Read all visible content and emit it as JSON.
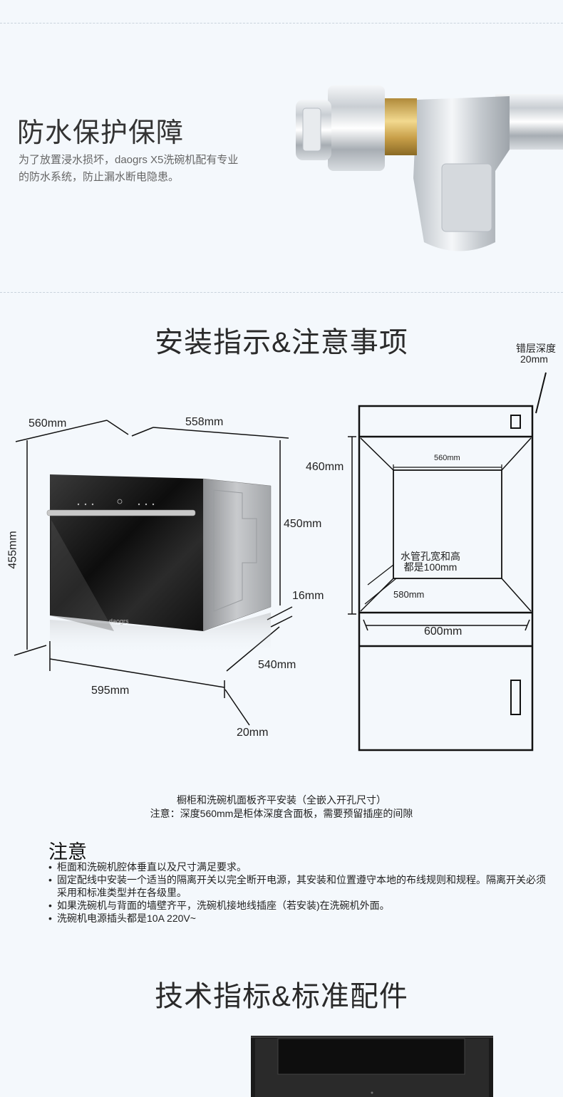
{
  "waterproof": {
    "title": "防水保护保障",
    "desc_line1": "为了放置浸水损坏，daogrs X5洗碗机配有专业",
    "desc_line2": "的防水系统，防止漏水断电隐患。"
  },
  "install": {
    "title": "安装指示&注意事项",
    "dishwasher_dims": {
      "depth_top": "560mm",
      "width_top": "558mm",
      "height_left": "455mm",
      "height_right": "450mm",
      "gap": "16mm",
      "depth_bottom": "540mm",
      "width_bottom": "595mm",
      "offset": "20mm"
    },
    "brand_mark": "daogrs",
    "cabinet_dims": {
      "layer_depth_label": "错层深度",
      "layer_depth_value": "20mm",
      "height": "460mm",
      "inner_width": "560mm",
      "pipe_hole_line1": "水管孔宽和高",
      "pipe_hole_line2": "都是100mm",
      "inner_depth": "580mm",
      "outer_width": "600mm"
    },
    "caption_line1": "橱柜和洗碗机面板齐平安装（全嵌入开孔尺寸）",
    "caption_line2": "注意：深度560mm是柜体深度含面板，需要预留插座的间隙"
  },
  "notes": {
    "title": "注意",
    "items": [
      "柜面和洗碗机腔体垂直以及尺寸满足要求。",
      "固定配线中安装一个适当的隔离开关以完全断开电源，其安装和位置遵守本地的布线规则和规程。隔离开关必须采用和标准类型并在各级里。",
      "如果洗碗机与背面的墙壁齐平，洗碗机接地线插座（若安装)在洗碗机外面。",
      "洗碗机电源插头都是10A 220V~"
    ]
  },
  "specs": {
    "title": "技术指标&标准配件"
  }
}
